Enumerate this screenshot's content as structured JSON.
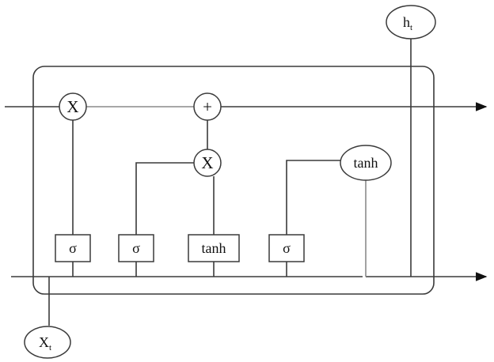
{
  "diagram": {
    "ops": {
      "forget_multiply": "X",
      "cell_add": "+",
      "input_multiply": "X",
      "output_tanh": "tanh"
    },
    "gates": {
      "forget_gate": "σ",
      "input_gate": "σ",
      "candidate_tanh": "tanh",
      "output_gate": "σ"
    },
    "output_node": {
      "base": "h",
      "sub": "t"
    },
    "input_node": {
      "base": "X",
      "sub": "t"
    }
  }
}
